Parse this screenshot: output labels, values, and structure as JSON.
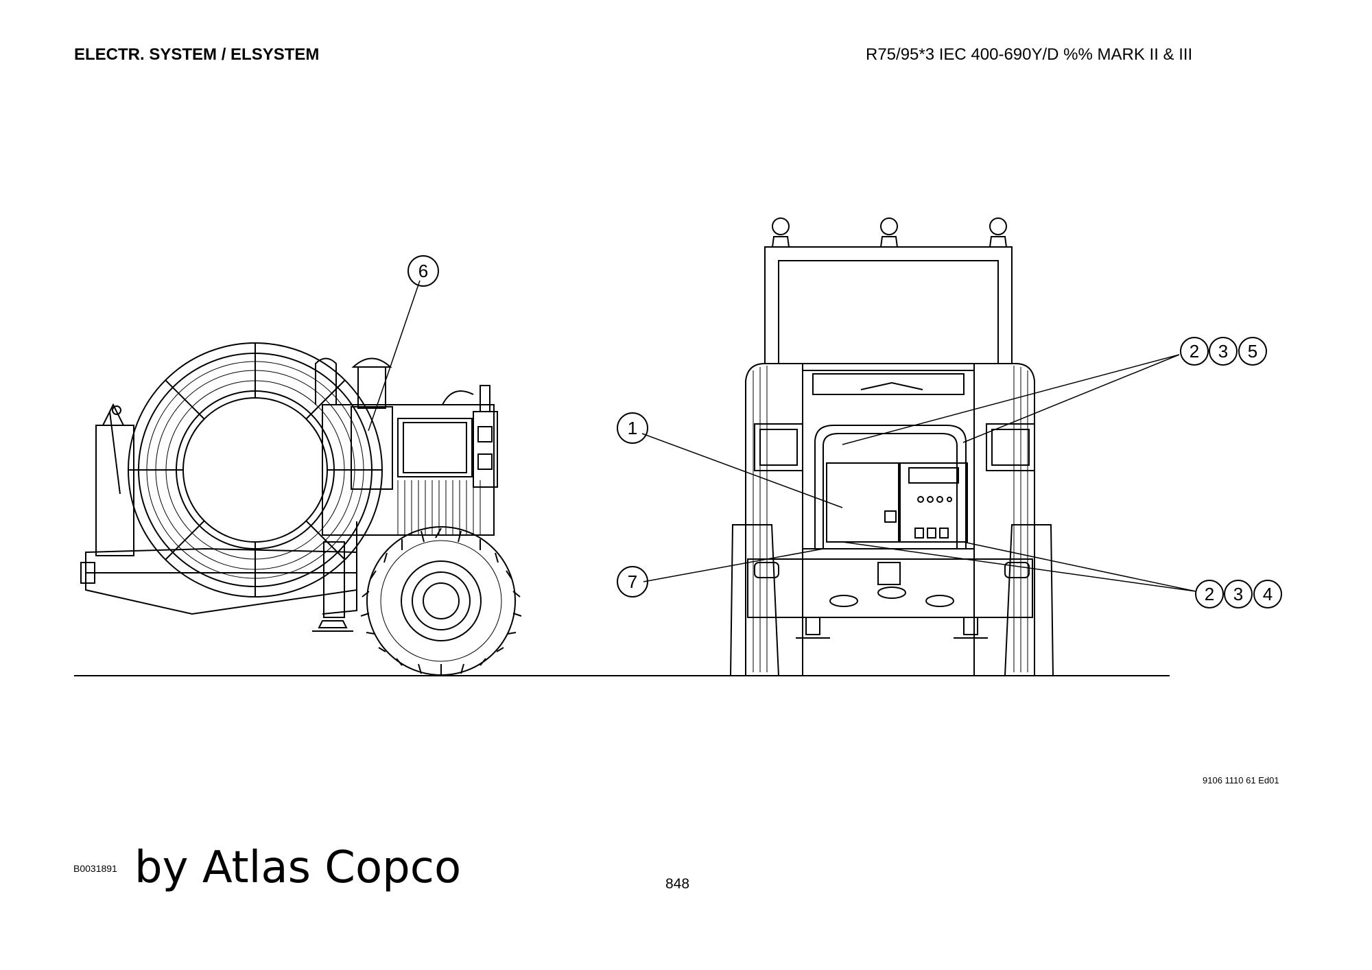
{
  "header": {
    "left_title": "ELECTR. SYSTEM / ELSYSTEM",
    "right_title": "R75/95*3 IEC 400-690Y/D %% MARK II & III"
  },
  "callouts": {
    "c1": "1",
    "c6": "6",
    "c7": "7",
    "top_group": [
      "2",
      "3",
      "5"
    ],
    "bottom_group": [
      "2",
      "3",
      "4"
    ]
  },
  "footer": {
    "document_number": "9106 1110 61 Ed01",
    "image_id": "B0031891",
    "brand": "by Atlas Copco",
    "page_number": "848"
  }
}
